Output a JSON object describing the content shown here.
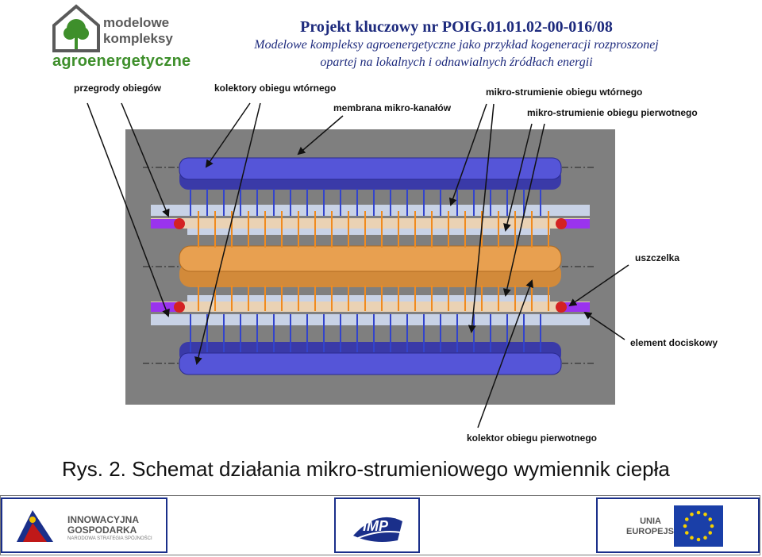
{
  "logo": {
    "line1": "modelowe",
    "line2": "kompleksy",
    "line3": "agroenergetyczne"
  },
  "header": {
    "title": "Projekt kluczowy nr POIG.01.01.02-00-016/08",
    "subtitle1": "Modelowe kompleksy agroenergetyczne jako przykład kogeneracji rozproszonej",
    "subtitle2": "opartej na lokalnych i odnawialnych źródłach energii"
  },
  "labels": {
    "partitions": "przegrody obiegów",
    "secondary_collectors": "kolektory obiegu wtórnego",
    "membrane": "membrana mikro-kanałów",
    "secondary_jets": "mikro-strumienie obiegu wtórnego",
    "primary_jets": "mikro-strumienie obiegu pierwotnego",
    "seal": "uszczelka",
    "pressure_element": "element dociskowy",
    "primary_collector": "kolektor obiegu pierwotnego"
  },
  "caption": "Rys. 2. Schemat działania mikro-strumieniowego wymiennik ciepła",
  "footer": {
    "left_line1": "INNOWACYJNA",
    "left_line2": "GOSPODARKA",
    "left_line3": "NARODOWA STRATEGIA SPÓJNOŚCI",
    "center_logo": "IMP",
    "right_line1": "UNIA",
    "right_line2": "EUROPEJSKA"
  },
  "colors": {
    "header_text": "#1d2a7d",
    "logo_green": "#3e8f2b",
    "housing": "#7f7f7f",
    "secondary_collector": "#5555d8",
    "primary_collector": "#e8a050",
    "partition_strip": "#c8d2e6",
    "membrane_strip": "#ead2b4",
    "secondary_jet": "#3344cc",
    "primary_jet": "#f08a1e",
    "seal": "#d42222",
    "pressure_element": "#9a33ee"
  }
}
